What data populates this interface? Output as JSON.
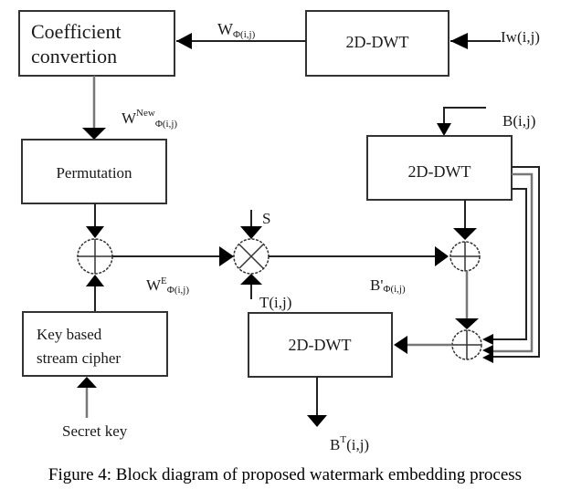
{
  "blocks": {
    "coefficient_conversion": [
      "Coefficient",
      "convertion"
    ],
    "dwt_top": "2D-DWT",
    "permutation": "Permutation",
    "dwt_cover": "2D-DWT",
    "key_cipher": [
      "Key based",
      "stream cipher"
    ],
    "dwt_output": "2D-DWT"
  },
  "signals": {
    "w_phi": {
      "base": "W",
      "sub": "Φ(i,j)"
    },
    "iw": "Iw(i,j)",
    "w_new": {
      "base": "W",
      "sup": "New",
      "sub": "Φ(i,j)"
    },
    "b": "B(i,j)",
    "s": "S",
    "t": "T(i,j)",
    "w_e": {
      "base": "W",
      "sup": "E",
      "sub": "Φ(i,j)"
    },
    "b_prime": {
      "base": "B'",
      "sub": "Φ(i,j)"
    },
    "secret_key": "Secret key",
    "b_t": {
      "base": "B",
      "sup": "T",
      "sub": "(i,j)"
    }
  },
  "caption": "Figure 4: Block diagram of proposed watermark embedding process"
}
